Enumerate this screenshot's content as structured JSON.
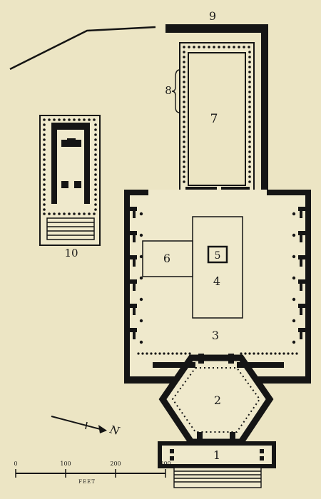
{
  "colors": {
    "paper": "#ece5c4",
    "ink": "#151515",
    "court": "#efe9cc"
  },
  "labels": {
    "l1": "1",
    "l2": "2",
    "l3": "3",
    "l4": "4",
    "l5": "5",
    "l6": "6",
    "l7": "7",
    "l8": "8",
    "l9": "9",
    "l10": "10"
  },
  "north": {
    "letter": "N"
  },
  "scale": {
    "ticks": [
      "0",
      "100",
      "200",
      "300"
    ],
    "unit": "FEET"
  },
  "icons": {
    "north_arrow": "north-arrow-icon"
  }
}
